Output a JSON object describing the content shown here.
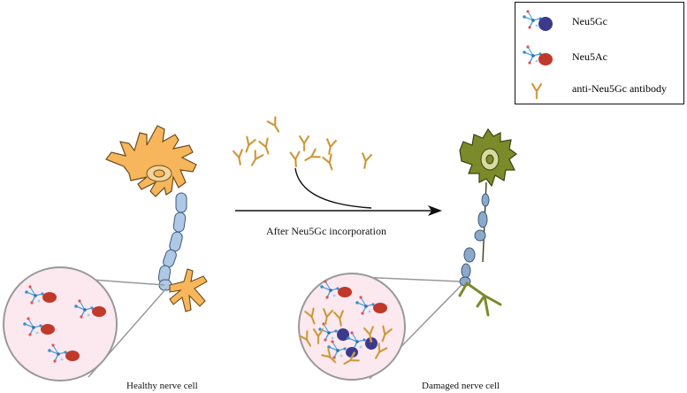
{
  "legend": {
    "items": [
      {
        "icon": "neu5gc-molecule-icon",
        "label": "Neu5Gc",
        "color": "#3d3a8c"
      },
      {
        "icon": "neu5ac-molecule-icon",
        "label": "Neu5Ac",
        "color": "#c0392b"
      },
      {
        "icon": "antibody-icon",
        "label": "anti-Neu5Gc antibody",
        "color": "#e0b15a"
      }
    ]
  },
  "arrow_label": "After Neu5Gc incorporation",
  "healthy_label": "Healthy nerve cell",
  "damaged_label": "Damaged nerve cell",
  "colors": {
    "healthy_cell": "#f7b65b",
    "damaged_cell": "#7c8b2a",
    "myelin": "#aec8e6",
    "inset_bg": "#fbe9ef",
    "antibody": "#e0b15a",
    "neu5gc": "#3d3a8c",
    "neu5ac": "#c0392b"
  }
}
